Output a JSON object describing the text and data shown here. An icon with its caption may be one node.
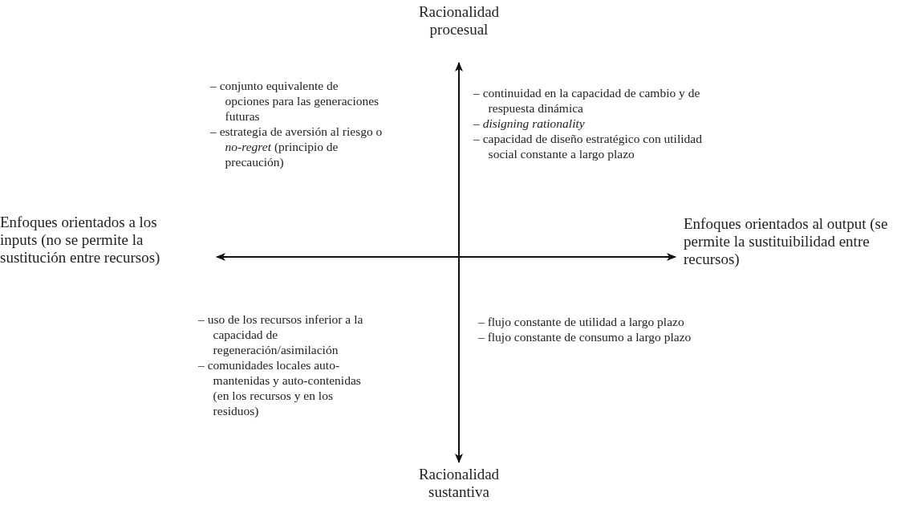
{
  "diagram": {
    "labels": [
      "Racionalidad procesual",
      "– conjunto equivalente de opciones para las generaciones futuras",
      "– estrategia de aversión al riesgo o *no-regret* (principio de precaución)",
      "– continuidad en la capacidad de cambio y de respuesta dinámica",
      "– *disigning rationality*",
      "– capacidad de diseño estratégico con utilidad social constante a largo plazo",
      "Enfoques orientados a los inputs (no se permite la sustitución entre recursos)",
      "Enfoques orientados al output (se permite la sustituibilidad entre recursos)",
      "– uso de los recursos inferior a la capacidad de regeneración/asimilación",
      "– comunidades locales auto-mantenidas y auto-contenidas (en los recursos y en los residuos)",
      "– flujo constante de utilidad a largo plazo",
      "– flujo constante de consumo a largo plazo",
      "Racionalidad sustantiva"
    ]
  }
}
